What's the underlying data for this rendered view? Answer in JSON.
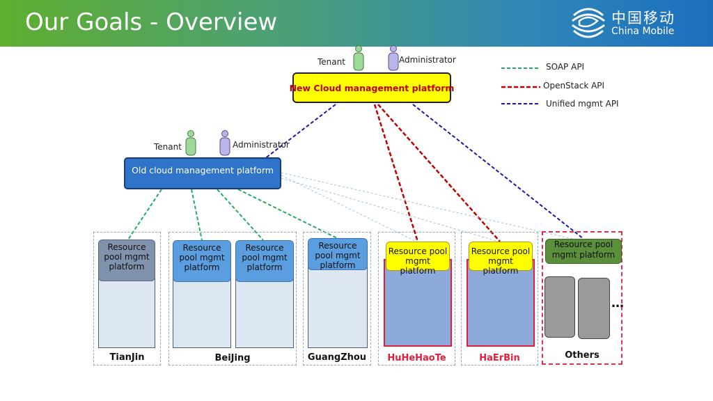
{
  "title": "Our Goals - Overview",
  "logo": {
    "cn": "中国移动",
    "en": "China Mobile",
    "icon": "china-mobile-logo-icon"
  },
  "legend": [
    {
      "label": "SOAP API",
      "color": "#1fae5a"
    },
    {
      "label": "OpenStack API",
      "color": "#c00000"
    },
    {
      "label": "Unified mgmt API",
      "color": "#1a1aa8"
    }
  ],
  "top_actors": {
    "tenant": "Tenant",
    "admin": "Administrator"
  },
  "new_platform": "New Cloud management platform",
  "old_actors": {
    "tenant": "Tenant",
    "admin": "Administrator"
  },
  "old_platform": "Old cloud management platform",
  "pools": {
    "tianjin": "Resource pool mgmt platform",
    "beijing1": "Resource pool mgmt platform",
    "beijing2": "Resource pool mgmt platform",
    "guangzhou": "Resource pool mgmt platform",
    "huhehaote": "Resource pool mgmt platform",
    "haerbin": "Resource pool mgmt platform",
    "others": "Resource pool mgmt platform"
  },
  "cities": {
    "tianjin": "TianJin",
    "beijing": "BeiJing",
    "guangzhou": "GuangZhou",
    "huhehaote": "HuHeHaoTe",
    "haerbin": "HaErBin",
    "others": "Others"
  },
  "ellipsis": "…"
}
